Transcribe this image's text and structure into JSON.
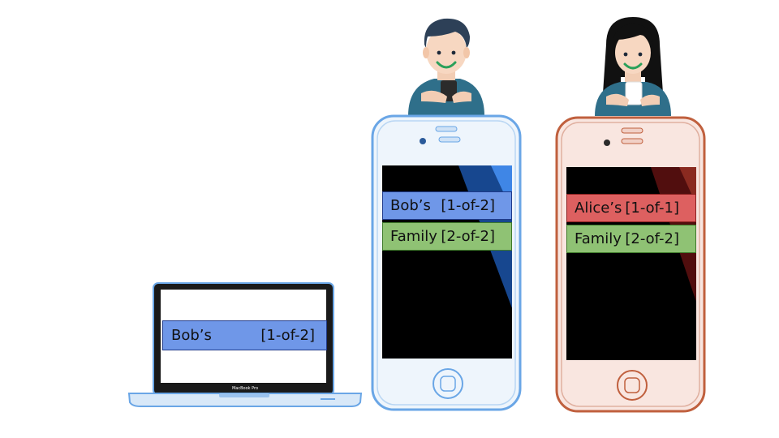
{
  "laptop": {
    "brand_text": "MacBook Pro",
    "bar": {
      "name": "Bob’s",
      "tag": "[1-of-2]"
    }
  },
  "bob_phone": {
    "bars": [
      {
        "name": "Bob’s",
        "tag": "[1-of-2]"
      },
      {
        "name": "Family",
        "tag": "[2-of-2]"
      }
    ]
  },
  "alice_phone": {
    "bars": [
      {
        "name": "Alice’s",
        "tag": "[1-of-1]"
      },
      {
        "name": "Family",
        "tag": "[2-of-2]"
      }
    ]
  },
  "colors": {
    "blue_bar": "#6f97e8",
    "green_bar": "#8fc274",
    "red_bar": "#dd6060",
    "blue_device": "#6aa6e6",
    "red_device": "#c0603e"
  }
}
